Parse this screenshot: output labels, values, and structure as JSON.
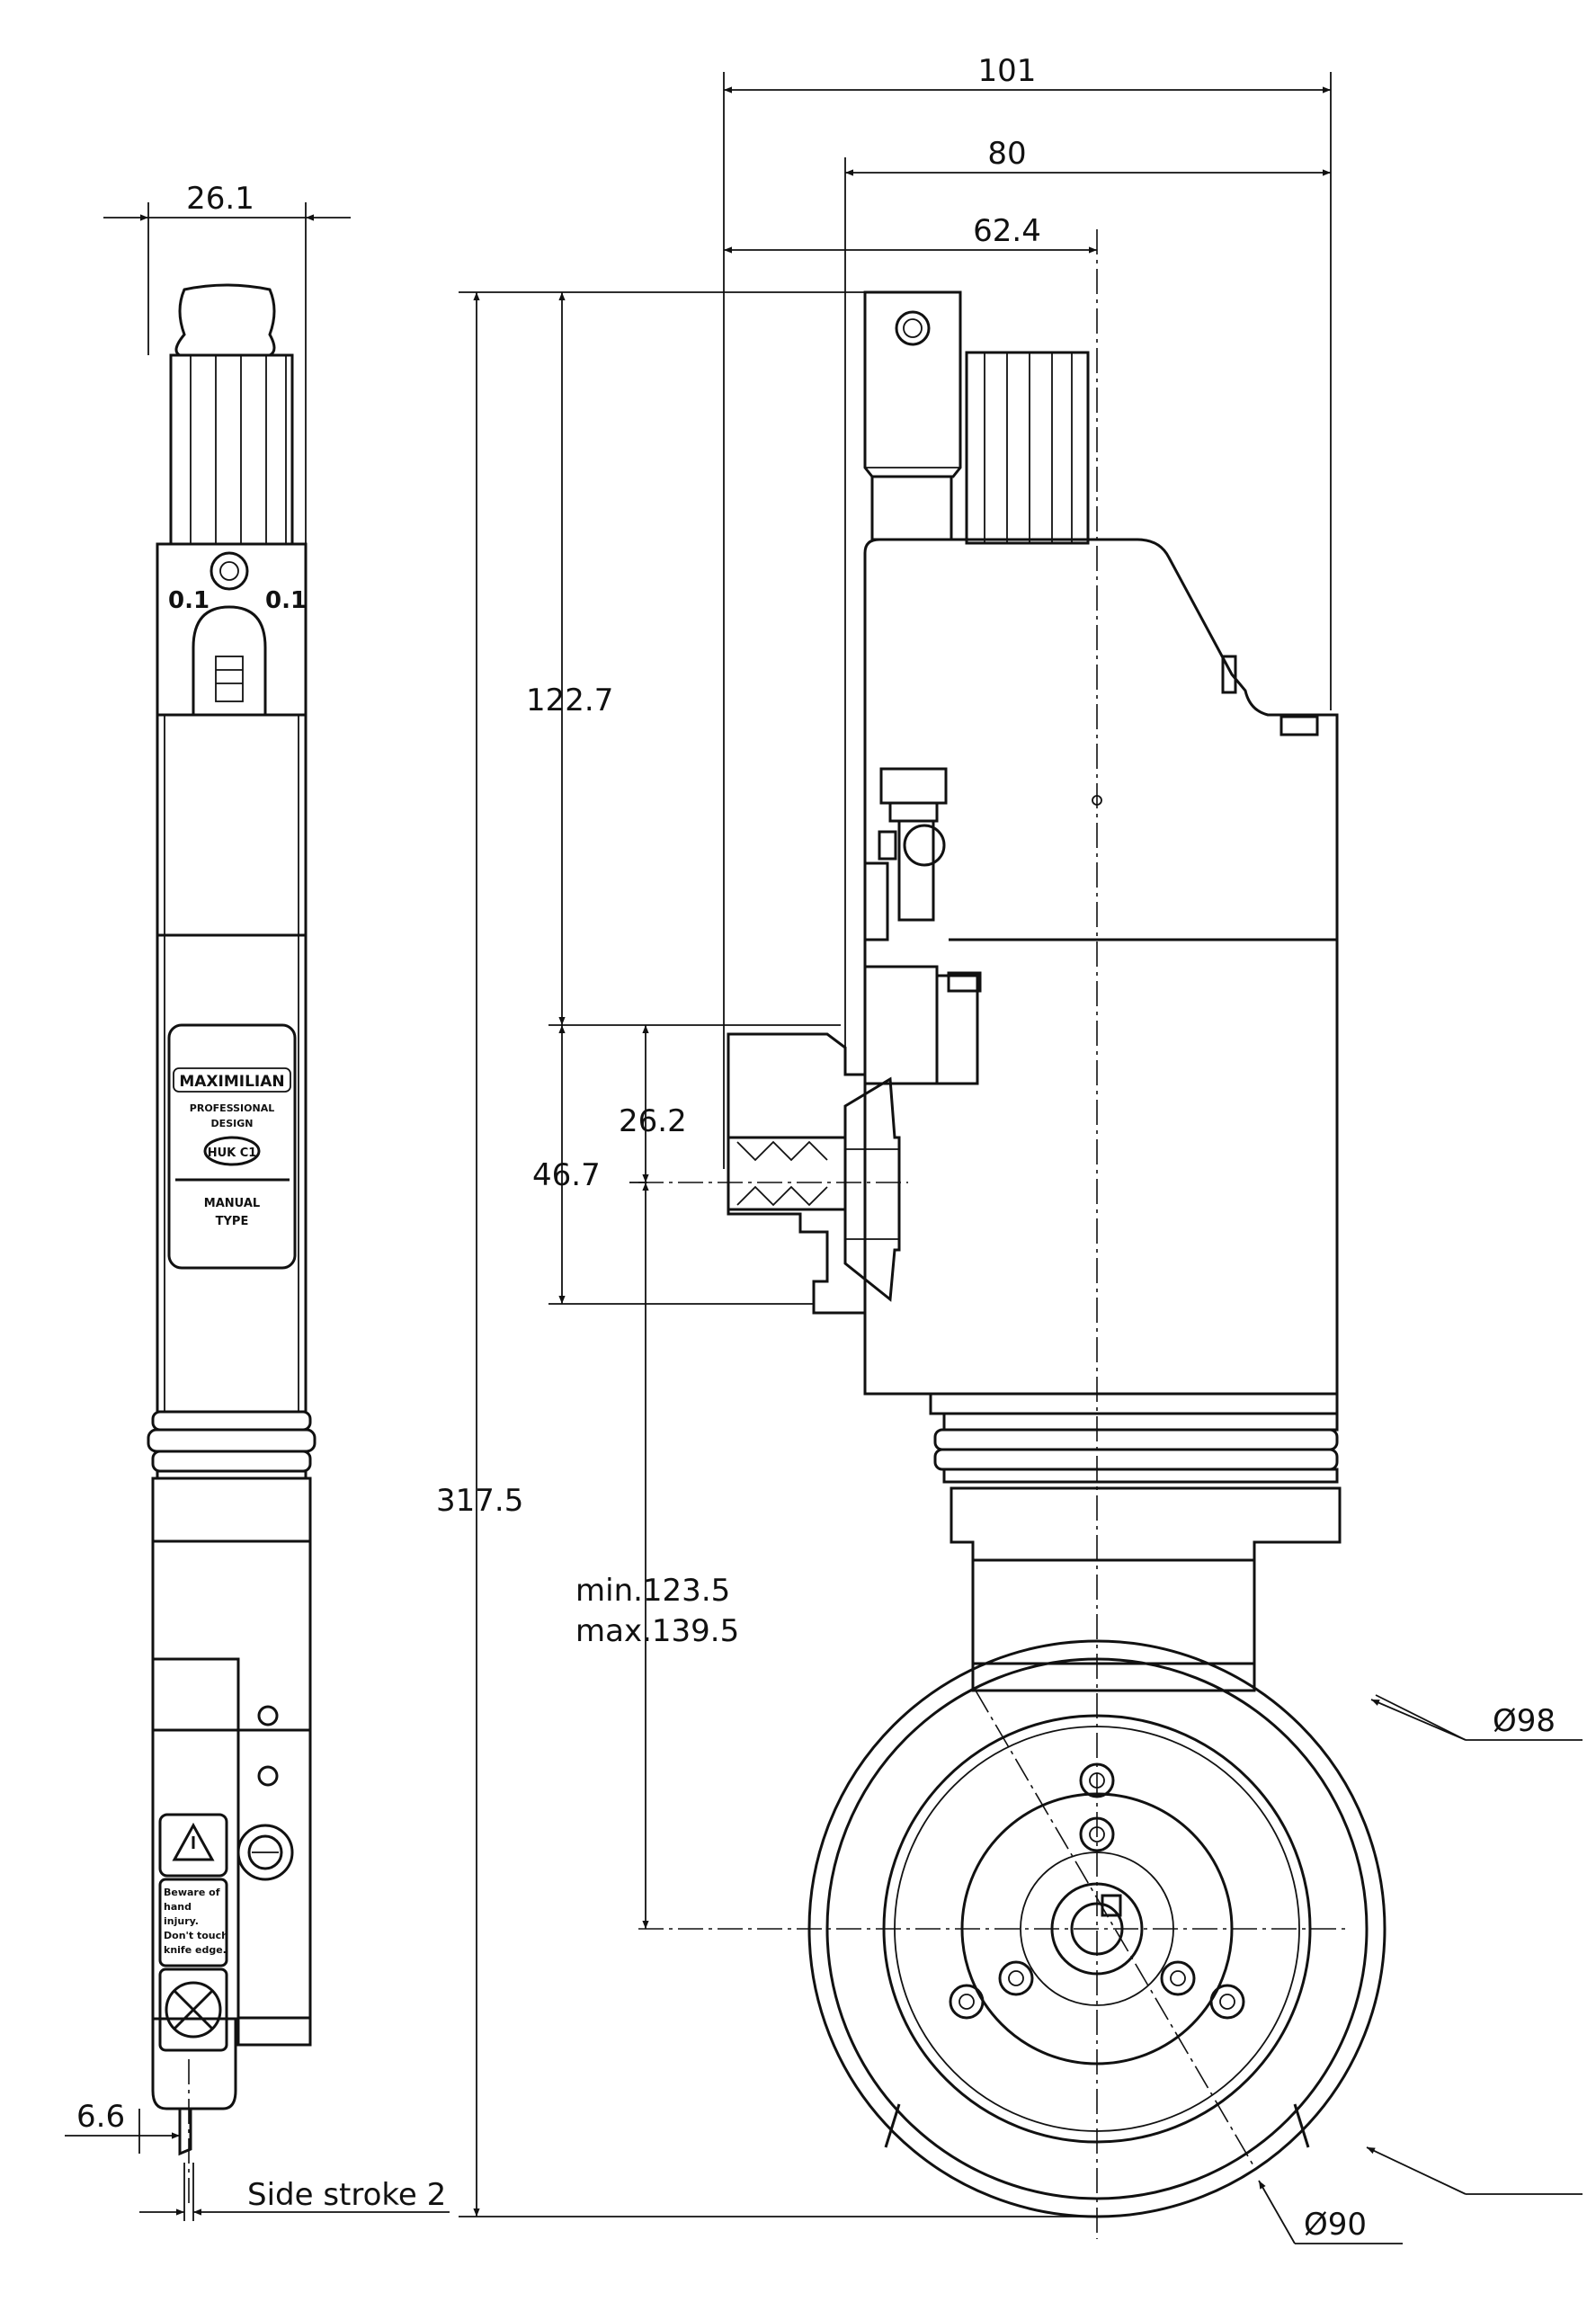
{
  "dimensions": {
    "overall_width": "101",
    "body_width": "80",
    "axis_offset": "62.4",
    "side_width": "26.1",
    "top_to_anvil": "122.7",
    "anvil_small": "26.2",
    "anvil_large": "46.7",
    "overall_height": "317.5",
    "range_min": "min.123.5",
    "range_max": "max.139.5",
    "blade_offset": "6.6",
    "side_stroke": "Side stroke 2",
    "dia_outer": "Ø98",
    "dia_inner": "Ø90"
  },
  "side_labels": {
    "scale_left": "0.1",
    "scale_right": "0.1",
    "plate_brand": "MAXIMILIAN",
    "plate_line1": "PROFESSIONAL",
    "plate_line2": "DESIGN",
    "plate_model": "HUK C1",
    "plate_type1": "MANUAL",
    "plate_type2": "TYPE",
    "warning_line1": "Beware of",
    "warning_line2": "hand",
    "warning_line3": "injury.",
    "warning_line4": "Don't touch",
    "warning_line5": "knife edge."
  },
  "colors": {
    "line": "#111111",
    "background": "#ffffff"
  }
}
